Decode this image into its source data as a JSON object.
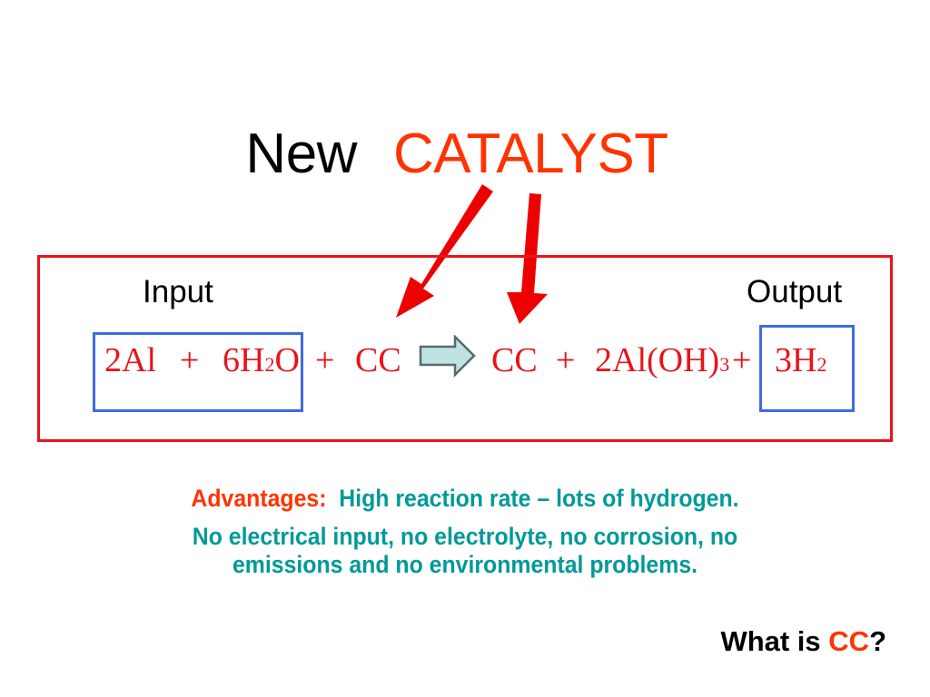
{
  "slide": {
    "title": {
      "prefix": "New",
      "highlight": "CATALYST",
      "highlight_color": "#ff3300"
    },
    "reaction": {
      "input_label": "Input",
      "output_label": "Output",
      "reactants": {
        "al": "2Al",
        "plus1": "+",
        "water_coef": "6H",
        "water_sub": "2",
        "water_tail": "O",
        "plus2": "+",
        "catalyst": "CC"
      },
      "products": {
        "catalyst": "CC",
        "plus1": "+",
        "hydroxide_main": "2Al(OH)",
        "hydroxide_sub": "3",
        "plus2": "+",
        "hydrogen_main": "3H",
        "hydrogen_sub": "2"
      },
      "box_color": "#e8141b",
      "highlight_box_color": "#3d6be0",
      "formula_color": "#e8141b",
      "arrow_fill": "#bfe3e3"
    },
    "advantages": {
      "lead": "Advantages:",
      "line1": "High reaction rate – lots of hydrogen.",
      "line2": "No electrical input, no electrolyte, no corrosion, no",
      "line3": "emissions and no environmental problems.",
      "text_color": "#009999"
    },
    "question": {
      "prefix": "What is ",
      "highlight": "CC",
      "suffix": "?"
    }
  }
}
